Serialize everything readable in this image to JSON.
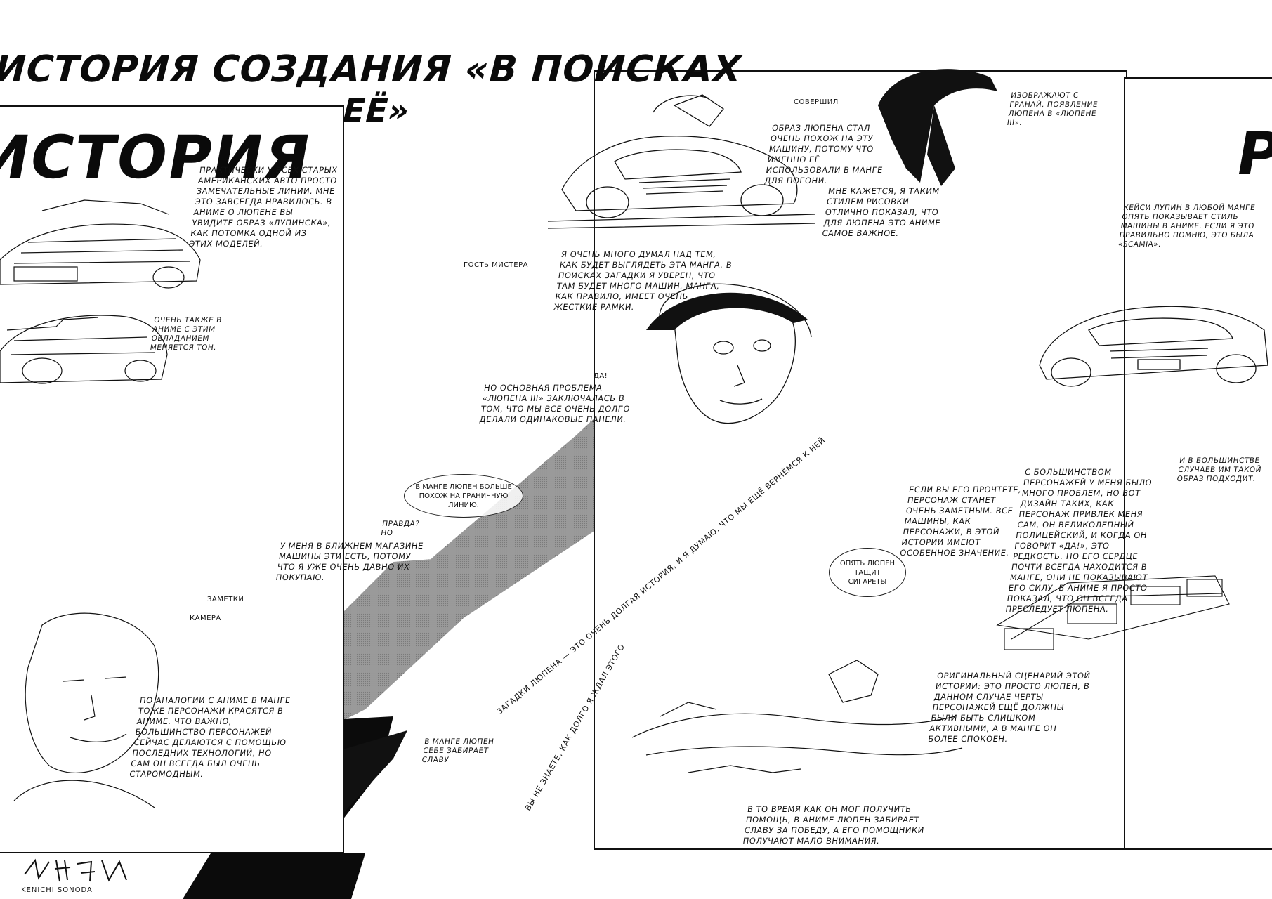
{
  "page": {
    "heading_line1": "ИСТОРИЯ СОЗДАНИЯ «В ПОИСКАХ",
    "heading_line2": "ЕЁ»",
    "big_word_left": "ИСТОРИЯ",
    "big_word_right": "Р"
  },
  "left_panel": {
    "intro_text": "ПРАКТИЧЕСКИ У ВСЕХ СТАРЫХ АМЕРИКАНСКИХ АВТО ПРОСТО ЗАМЕЧАТЕЛЬНЫЕ ЛИНИИ. МНЕ ЭТО ЗАВСЕГДА НРАВИЛОСЬ. В АНИМЕ О ЛЮПЕНЕ ВЫ УВИДИТЕ ОБРАЗ «ЛУПИНСКА», КАК ПОТОМКА ОДНОЙ ИЗ ЭТИХ МОДЕЛЕЙ.",
    "side_text": "ОЧЕНЬ ТАКЖЕ В АНИМЕ С ЭТИМ ОБЛАДАНИЕМ МЕНЯЕТСЯ ТОН.",
    "lower_text": "ПО АНАЛОГИИ С АНИМЕ В МАНГЕ ТОЖЕ ПЕРСОНАЖИ КРАСЯТСЯ В АНИМЕ. ЧТО ВАЖНО, БОЛЬШИНСТВО ПЕРСОНАЖЕЙ СЕЙЧАС ДЕЛАЮТСЯ С ПОМОЩЬЮ ПОСЛЕДНИХ ТЕХНОЛОГИЙ, НО САМ ОН ВСЕГДА БЫЛ ОЧЕНЬ СТАРОМОДНЫМ.",
    "caption_a": "ЗАМЕТКИ",
    "caption_b": "КАМЕРА"
  },
  "center_panel": {
    "top_note": "ОБРАЗ ЛЮПЕНА СТАЛ ОЧЕНЬ ПОХОЖ НА ЭТУ МАШИНУ, ПОТОМУ ЧТО ИМЕННО ЕЁ ИСПОЛЬЗОВАЛИ В МАНГЕ ДЛЯ ПОГОНИ.",
    "top_right_note": "МНЕ КАЖЕТСЯ, Я ТАКИМ СТИЛЕМ РИСОВКИ ОТЛИЧНО ПОКАЗАЛ, ЧТО ДЛЯ ЛЮПЕНА ЭТО АНИМЕ САМОЕ ВАЖНОЕ.",
    "far_right_note": "ИЗОБРАЖАЮТ С ГРАНАЙ, ПОЯВЛЕНИЕ ЛЮПЕНА В «ЛЮПЕНЕ III».",
    "label_sketch": "СОВЕРШИЛ",
    "label_cast": "ГОСТЬ МИСТЕРА",
    "main_text": "Я ОЧЕНЬ МНОГО ДУМАЛ НАД ТЕМ, КАК БУДЕТ ВЫГЛЯДЕТЬ ЭТА МАНГА. В ПОИСКАХ ЗАГАДКИ Я УВЕРЕН, ЧТО ТАМ БУДЕТ МНОГО МАШИН. МАНГА, КАК ПРАВИЛО, ИМЕЕТ ОЧЕНЬ ЖЕСТКИЕ РАМКИ.",
    "short_text": "ДА!",
    "middle_text": "НО ОСНОВНАЯ ПРОБЛЕМА «ЛЮПЕНА III» ЗАКЛЮЧАЛАСЬ В ТОМ, ЧТО МЫ ВСЕ ОЧЕНЬ ДОЛГО ДЕЛАЛИ ОДИНАКОВЫЕ ПАНЕЛИ.",
    "bubble_text": "В МАНГЕ ЛЮПЕН БОЛЬШЕ ПОХОЖ НА ГРАНИЧНУЮ ЛИНИЮ.",
    "right_reply": "ПРАВДА? НО",
    "left_text": "У МЕНЯ В БЛИЖНЕМ МАГАЗИНЕ МАШИНЫ ЭТИ ЕСТЬ, ПОТОМУ ЧТО Я УЖЕ ОЧЕНЬ ДАВНО ИХ ПОКУПАЮ.",
    "cigar_bubble": "ОПЯТЬ ЛЮПЕН ТАЩИТ СИГАРЕТЫ",
    "vertical_caption": "ЗАГАДКИ ЛЮПЕНА — ЭТО ОЧЕНЬ ДОЛГАЯ ИСТОРИЯ, И Я ДУМАЮ, ЧТО МЫ ЕЩЁ ВЕРНЁМСЯ К НЕЙ",
    "vertical_caption_2": "ВЫ НЕ ЗНАЕТЕ, КАК ДОЛГО Я ЖДАЛ ЭТОГО",
    "bottom_left_text": "В МАНГЕ ЛЮПЕН СЕБЕ ЗАБИРАЕТ СЛАВУ",
    "bottom_text": "ОРИГИНАЛЬНЫЙ СЦЕНАРИЙ ЭТОЙ ИСТОРИИ: ЭТО ПРОСТО ЛЮПЕН, В ДАННОМ СЛУЧАЕ ЧЕРТЫ ПЕРСОНАЖЕЙ ЕЩЁ ДОЛЖНЫ БЫЛИ БЫТЬ СЛИШКОМ АКТИВНЫМИ, А В МАНГЕ ОН БОЛЕЕ СПОКОЕН.",
    "footer_text": "В ТО ВРЕМЯ КАК ОН МОГ ПОЛУЧИТЬ ПОМОЩЬ, В АНИМЕ ЛЮПЕН ЗАБИРАЕТ СЛАВУ ЗА ПОБЕДУ, А ЕГО ПОМОЩНИКИ ПОЛУЧАЮТ МАЛО ВНИМАНИЯ.",
    "right_long_text": "С БОЛЬШИНСТВОМ ПЕРСОНАЖЕЙ У МЕНЯ БЫЛО МНОГО ПРОБЛЕМ, НО ВОТ ДИЗАЙН ТАКИХ, КАК ПЕРСОНАЖ ПРИВЛЕК МЕНЯ САМ, ОН ВЕЛИКОЛЕПНЫЙ ПОЛИЦЕЙСКИЙ, И КОГДА ОН ГОВОРИТ «ДА!», ЭТО РЕДКОСТЬ. НО ЕГО СЕРДЦЕ ПОЧТИ ВСЕГДА НАХОДИТСЯ В МАНГЕ, ОНИ НЕ ПОКАЗЫВАЮТ ЕГО СИЛУ. В АНИМЕ Я ПРОСТО ПОКАЗАЛ, ЧТО ОН ВСЕГДА ПРЕСЛЕДУЕТ ЛЮПЕНА.",
    "right_side_text": "ЕСЛИ ВЫ ЕГО ПРОЧТЕТЕ, ПЕРСОНАЖ СТАНЕТ ОЧЕНЬ ЗАМЕТНЫМ. ВСЕ МАШИНЫ, КАК ПЕРСОНАЖИ, В ЭТОЙ ИСТОРИИ ИМЕЮТ ОСОБЕННОЕ ЗНАЧЕНИЕ."
  },
  "right_panel": {
    "top_text": "КЕЙСИ ЛУПИН В ЛЮБОЙ МАНГЕ ОПЯТЬ ПОКАЗЫВАЕТ СТИЛЬ МАШИНЫ В АНИМЕ. ЕСЛИ Я ЭТО ПРАВИЛЬНО ПОМНЮ, ЭТО БЫЛА «SCAMIA».",
    "side_text": "И В БОЛЬШИНСТВЕ СЛУЧАЕВ ИМ ТАКОЙ ОБРАЗ ПОДХОДИТ."
  },
  "signature": {
    "caption": "KENICHI SONODA"
  },
  "colors": {
    "ink": "#111111",
    "screen_tone": "#8f8f8f",
    "paper": "#ffffff"
  }
}
